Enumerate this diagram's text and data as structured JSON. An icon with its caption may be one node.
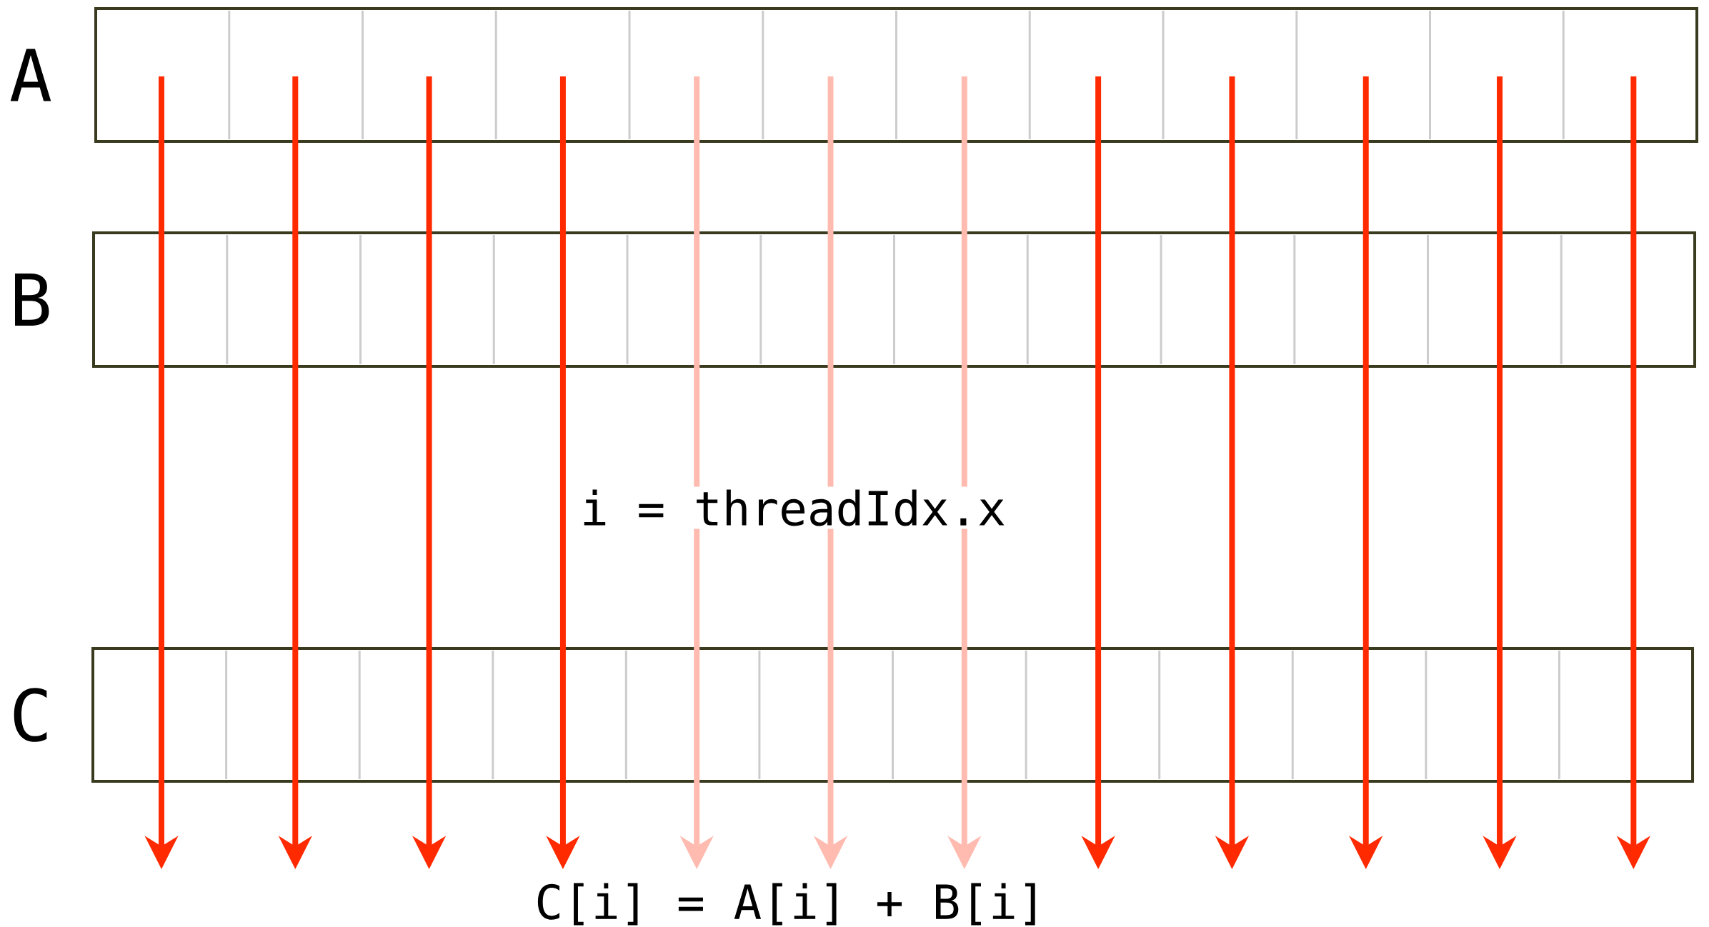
{
  "diagram": {
    "nodes": [
      {
        "text": [
          "A"
        ]
      },
      {
        "text": [
          "B"
        ]
      },
      {
        "text": [
          "C"
        ]
      }
    ],
    "labels": [
      "i = threadIdx.x",
      "C[i] = A[i] + B[i]"
    ]
  }
}
